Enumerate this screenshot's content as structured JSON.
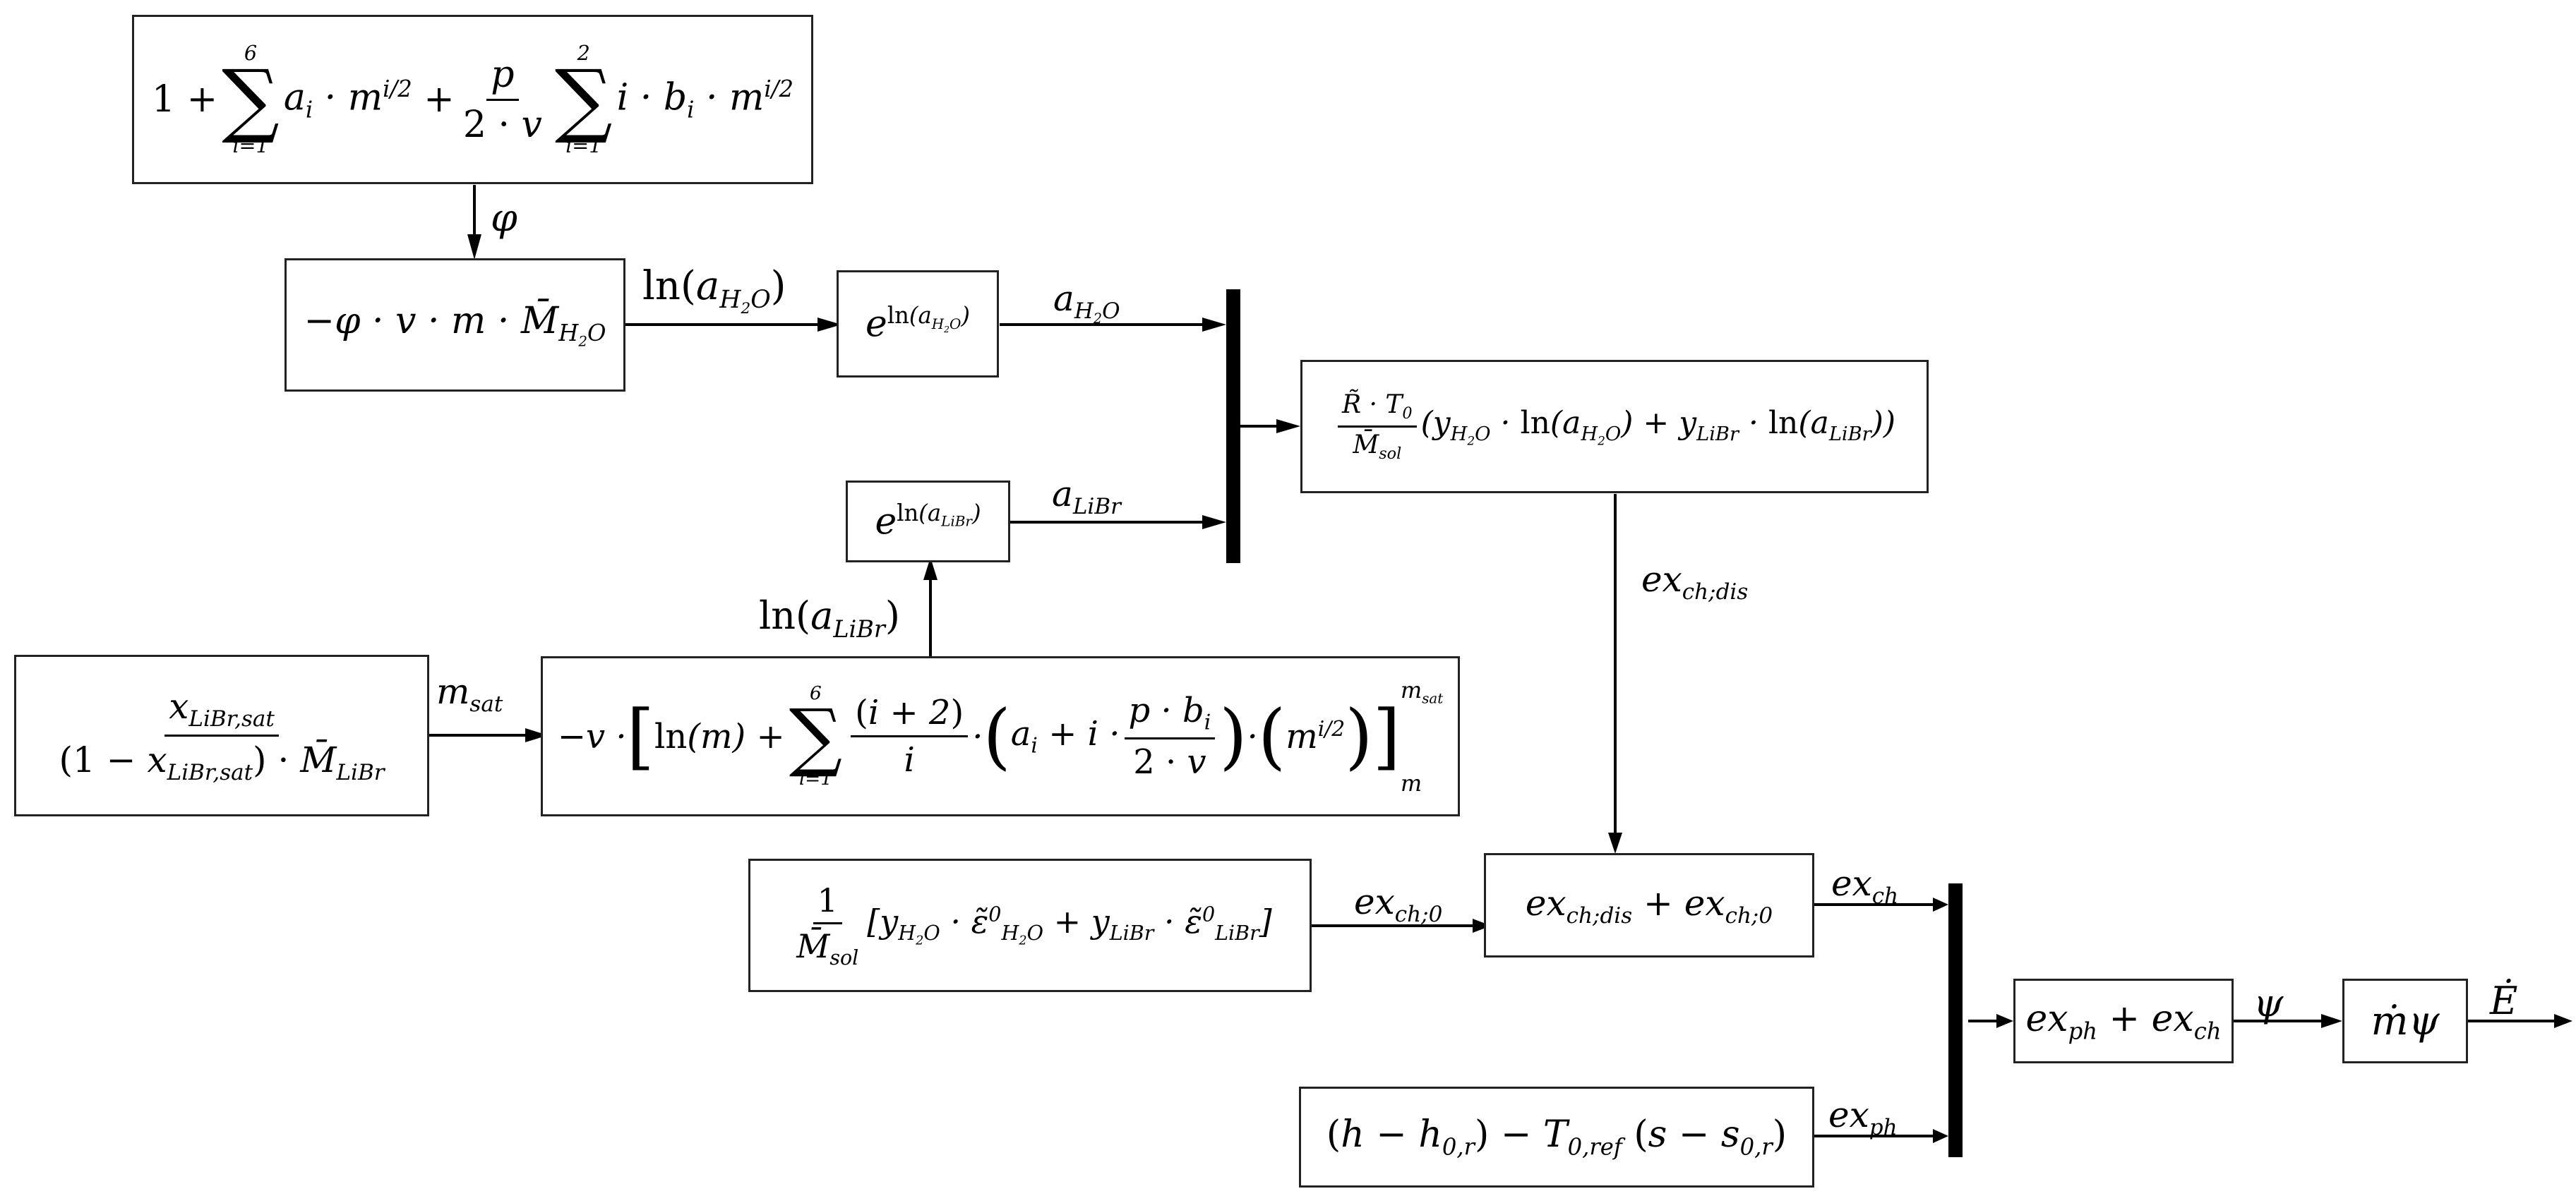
{
  "boxes": {
    "phi_series": "1 + Σ a_i · m^(i/2) + p/(2·v) Σ i · b_i · m^(i/2)",
    "ln_aH2O_calc": "−φ · v · m · M̄_H2O",
    "exp_aH2O": "e^ln(a_H2O)",
    "exp_aLiBr": "e^ln(a_LiBr)",
    "ex_ch_dis_formula": "R̃ · T0 / M̄_sol (y_H2O · ln(a_H2O) + y_LiBr · ln(a_LiBr))",
    "m_sat_formula": "x_LiBr,sat / ((1 − x_LiBr,sat) · M̄_LiBr)",
    "ln_aLiBr_integral": "−v · [ln(m) + Σ (i+2)/i · (a_i + i · p·b_i/(2·v)) · (m^(i/2))] from m to m_sat",
    "ex_ch0_formula": "1/M̄_sol [y_H2O · ε̃0_H2O + y_LiBr · ε̃0_LiBr]",
    "ex_ch_sum": "ex_ch;dis + ex_ch;0",
    "ex_ph_formula": "(h − h_0,r) − T_0,ref (s − s_0,r)",
    "psi_sum": "ex_ph + ex_ch",
    "E_dot": "ṁψ"
  },
  "labels": {
    "phi": "φ",
    "ln_aH2O": "ln(a_H2O)",
    "a_H2O": "a_H2O",
    "a_LiBr": "a_LiBr",
    "ln_aLiBr": "ln(a_LiBr)",
    "m_sat": "m_sat",
    "ex_ch_dis": "ex_ch;dis",
    "ex_ch_0": "ex_ch;0",
    "ex_ch": "ex_ch",
    "ex_ph": "ex_ph",
    "psi": "ψ",
    "E_dot": "Ė"
  },
  "limits": {
    "sum_top_6": "6",
    "sum_top_2": "2",
    "sum_bottom": "i=1"
  }
}
